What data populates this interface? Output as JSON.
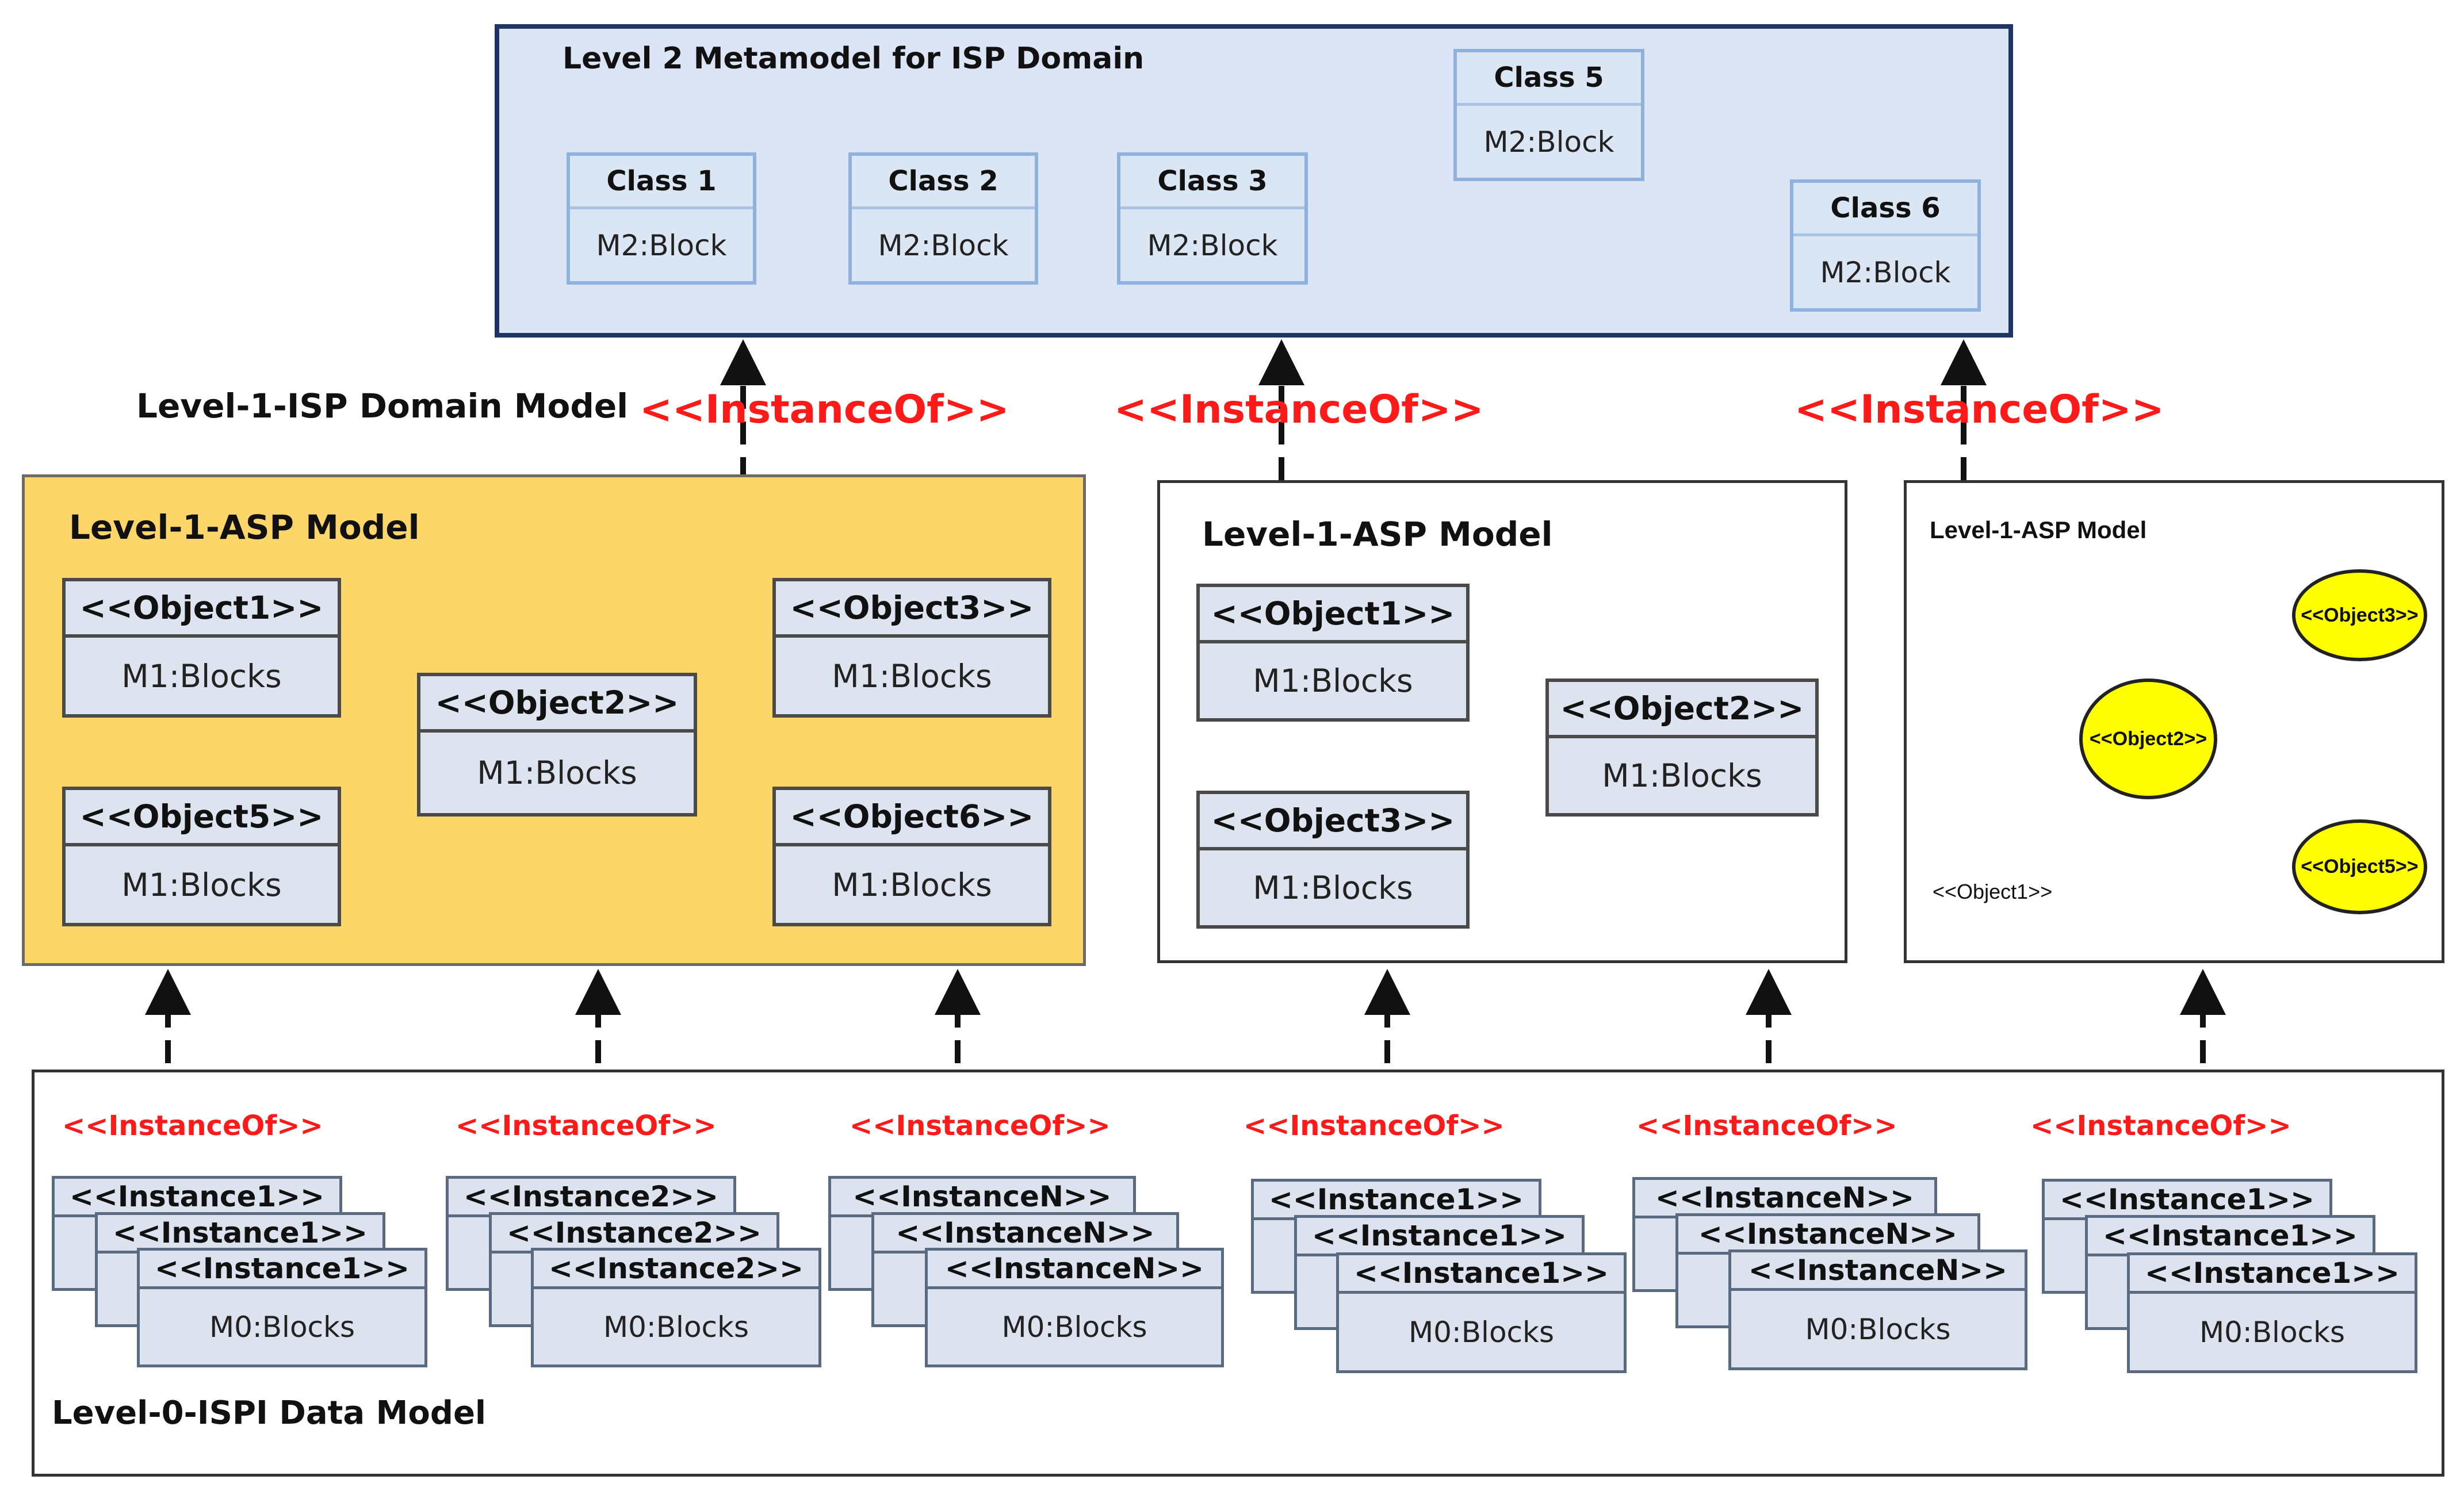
{
  "colors": {
    "instanceof_red": "#ff1a1a",
    "asp_yellow": "#fdd66a",
    "actor_red": "#ee0000",
    "object_yellow": "#ffff00"
  },
  "level2": {
    "title": "Level 2 Metamodel for ISP Domain",
    "classes": [
      {
        "name": "Class 1",
        "type": "M2:Block"
      },
      {
        "name": "Class 2",
        "type": "M2:Block"
      },
      {
        "name": "Class 3",
        "type": "M2:Block"
      },
      {
        "name": "Class 5",
        "type": "M2:Block"
      },
      {
        "name": "Class 6",
        "type": "M2:Block"
      }
    ]
  },
  "level1_domain_label": "Level-1-ISP Domain Model",
  "instanceof_label": "<<InstanceOf>>",
  "asp1": {
    "title": "Level-1-ASP Model",
    "objects": [
      {
        "name": "<<Object1>>",
        "type": "M1:Blocks"
      },
      {
        "name": "<<Object2>>",
        "type": "M1:Blocks"
      },
      {
        "name": "<<Object3>>",
        "type": "M1:Blocks"
      },
      {
        "name": "<<Object5>>",
        "type": "M1:Blocks"
      },
      {
        "name": "<<Object6>>",
        "type": "M1:Blocks"
      }
    ]
  },
  "asp2": {
    "title": "Level-1-ASP Model",
    "objects": [
      {
        "name": "<<Object1>>",
        "type": "M1:Blocks"
      },
      {
        "name": "<<Object2>>",
        "type": "M1:Blocks"
      },
      {
        "name": "<<Object3>>",
        "type": "M1:Blocks"
      }
    ]
  },
  "asp3": {
    "title": "Level-1-ASP Model",
    "actor_label": "<<Object1>>",
    "objects": [
      "<<Object2>>",
      "<<Object3>>",
      "<<Object5>>"
    ]
  },
  "level0": {
    "title": "Level-0-ISPI Data Model",
    "block_type": "M0:Blocks",
    "stacks": [
      "<<Instance1>>",
      "<<Instance2>>",
      "<<InstanceN>>",
      "<<Instance1>>",
      "<<InstanceN>>",
      "<<Instance1>>"
    ]
  }
}
